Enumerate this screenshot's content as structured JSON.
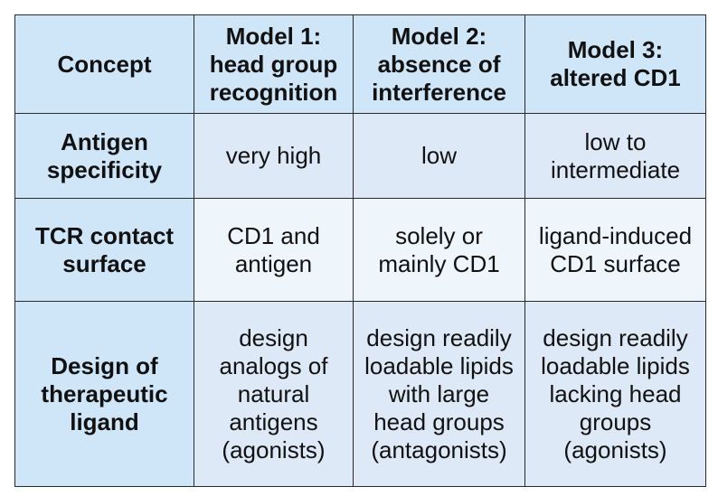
{
  "header": {
    "concept": "Concept",
    "model1": "Model 1:\nhead group\nrecognition",
    "model2": "Model 2:\nabsence of\ninterference",
    "model3": "Model 3:\naltered CD1"
  },
  "rows": [
    {
      "label": "Antigen\nspecificity",
      "model1": "very high",
      "model2": "low",
      "model3": "low to\nintermediate"
    },
    {
      "label": "TCR contact\nsurface",
      "model1": "CD1 and\nantigen",
      "model2": "solely or\nmainly CD1",
      "model3": "ligand-induced\nCD1 surface"
    },
    {
      "label": "Design of\ntherapeutic\nligand",
      "model1": "design\nanalogs of\nnatural\nantigens\n(agonists)",
      "model2": "design readily\nloadable lipids\nwith large\nhead groups\n(antagonists)",
      "model3": "design readily\nloadable lipids\nlacking head\ngroups\n(agonists)"
    }
  ],
  "colors": {
    "header_bg": "#cfe6f8",
    "row_bg_a": "#dde9f6",
    "row_bg_b": "#eef5fb",
    "border": "#2a2a2a"
  }
}
